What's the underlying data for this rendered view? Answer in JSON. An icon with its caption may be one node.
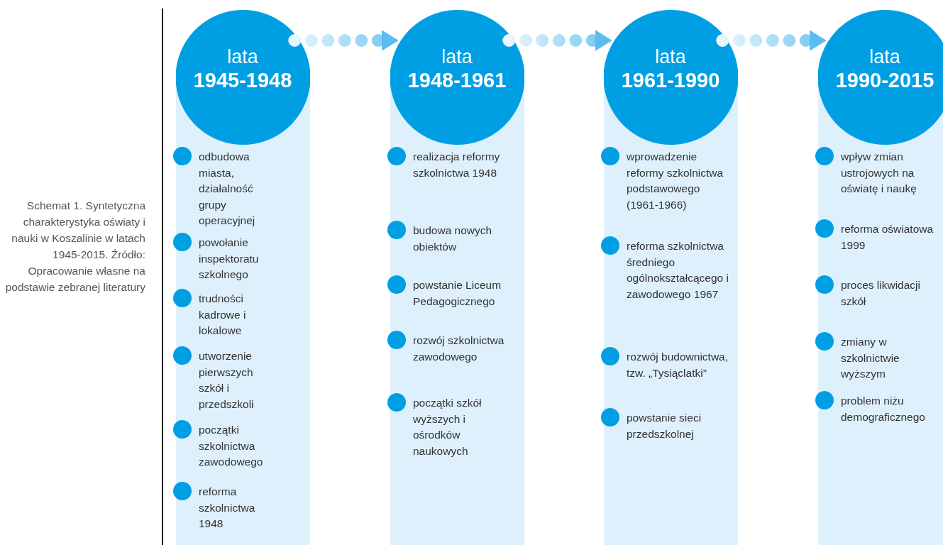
{
  "diagram": {
    "caption": "Schemat 1. Syntetyczna charakterystyka oświaty i nauki w Koszalinie w latach 1945-2015. Źródło: Opracowanie własne na podstawie zebranej literatury",
    "nodes": [
      {
        "text": [
          "lata",
          "1945-1948"
        ]
      },
      {
        "text": [
          "lata",
          "1948-1961"
        ]
      },
      {
        "text": [
          "lata",
          "1961-1990"
        ]
      },
      {
        "text": [
          "lata",
          "1990-2015"
        ]
      },
      {
        "text": [
          "odbudowa miasta, działalność grupy operacyjnej",
          "powołanie inspektoratu szkolnego",
          "trudności kadrowe i lokalowe",
          "utworzenie pierwszych szkół i przedszkoli",
          "początki szkolnictwa zawodowego",
          "reforma szkolnictwa 1948"
        ]
      },
      {
        "text": [
          "realizacja reformy szkolnictwa 1948",
          "budowa nowych obiektów",
          "powstanie Liceum Pedagogicznego",
          "rozwój szkolnictwa zawodowego",
          "początki szkół wyższych i ośrodków naukowych"
        ]
      },
      {
        "text": [
          "wprowadzenie reformy szkolnictwa podstawowego (1961-1966)",
          "reforma szkolnictwa średniego ogólnokształcącego i zawodowego 1967",
          "rozwój budownictwa, tzw. „Tysiąclatki”",
          "powstanie sieci przedszkolnej"
        ]
      },
      {
        "text": [
          "wpływ zmian ustrojowych na oświatę i naukę",
          "reforma oświatowa 1999",
          "proces likwidacji szkół",
          "zmiany w szkolnictwie wyższym",
          "problem niżu demograficznego"
        ]
      }
    ],
    "edges": [
      {
        "from": 0,
        "to": 1,
        "arrow": "to",
        "style": "dashed"
      },
      {
        "from": 1,
        "to": 2,
        "arrow": "to",
        "style": "dashed"
      },
      {
        "from": 2,
        "to": 3,
        "arrow": "to",
        "style": "dashed"
      }
    ]
  }
}
